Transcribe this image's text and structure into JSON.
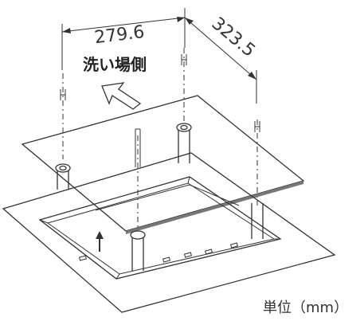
{
  "dimensions": {
    "width_label": "279.6",
    "depth_label": "323.5"
  },
  "labels": {
    "wash_side": "洗い場側",
    "unit": "単位（mm）"
  },
  "icons": {
    "direction_arrow": "hollow-arrow-icon",
    "up_arrow": "up-arrow-icon"
  },
  "colors": {
    "line": "#333333",
    "panel_edge": "#777777",
    "background": "#ffffff"
  }
}
